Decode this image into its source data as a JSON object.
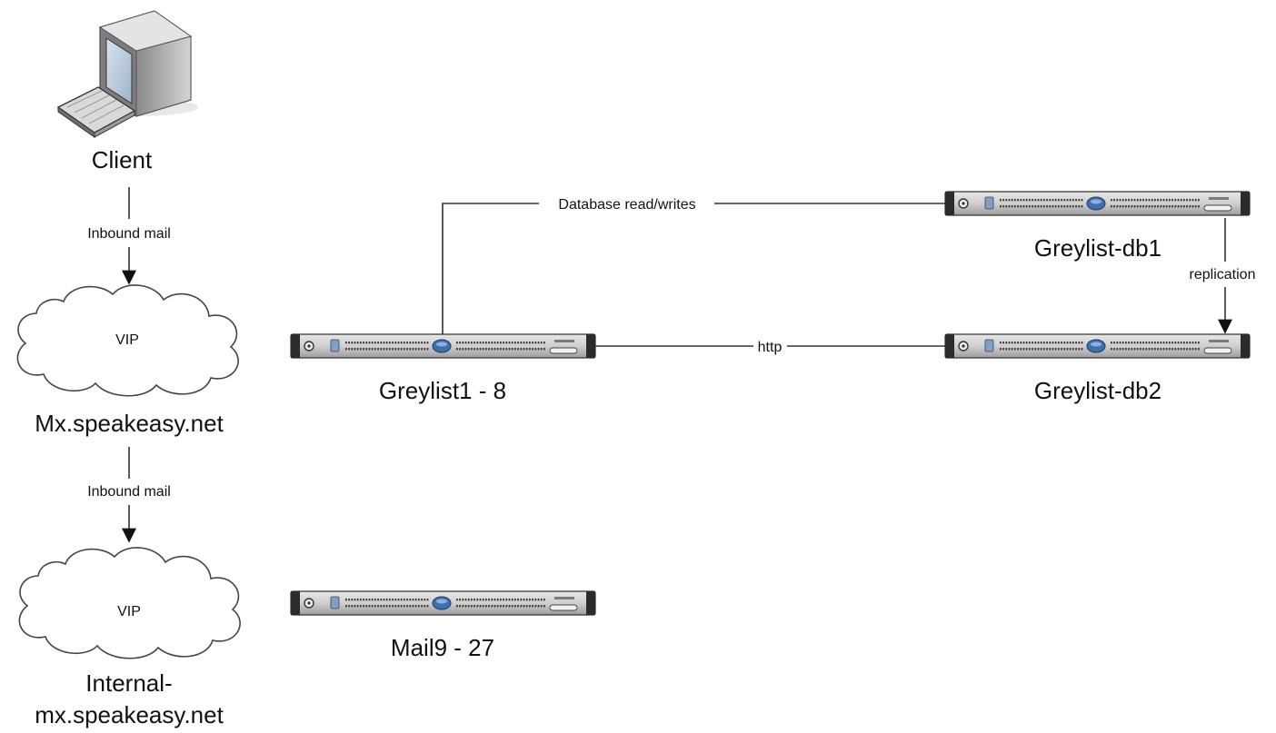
{
  "nodes": {
    "client": {
      "label": "Client"
    },
    "mx_vip": {
      "cloud_label": "VIP",
      "label": "Mx.speakeasy.net"
    },
    "internal_vip": {
      "cloud_label": "VIP",
      "label_line1": "Internal-",
      "label_line2": "mx.speakeasy.net"
    },
    "greylist": {
      "label": "Greylist1 - 8"
    },
    "db1": {
      "label": "Greylist-db1"
    },
    "db2": {
      "label": "Greylist-db2"
    },
    "mail": {
      "label": "Mail9 - 27"
    }
  },
  "edges": {
    "client_to_mx": "Inbound mail",
    "mx_to_internal": "Inbound mail",
    "greylist_to_db1": "Database read/writes",
    "greylist_to_db2": "http",
    "db1_to_db2": "replication"
  }
}
